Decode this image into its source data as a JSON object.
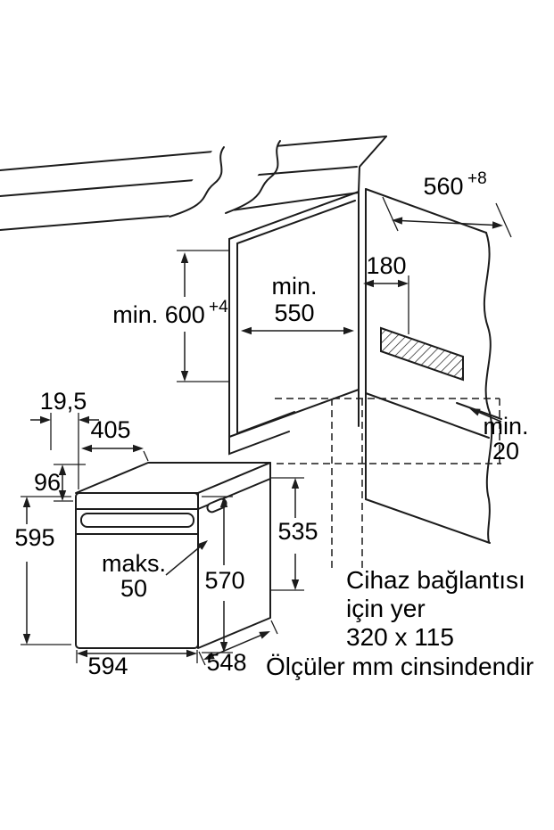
{
  "diagram": {
    "niche": {
      "width": {
        "value": "560",
        "sup": "+8"
      },
      "height": {
        "value": "min. 600",
        "sup": "+4"
      },
      "depth": {
        "line1": "min.",
        "line2": "550"
      },
      "vent_offset": "180",
      "rear_gap": {
        "line1": "min.",
        "line2": "20"
      }
    },
    "oven": {
      "door_gap": "19,5",
      "top_depth": "405",
      "panel_height": "96",
      "height": "595",
      "handle": {
        "line1": "maks.",
        "line2": "50"
      },
      "door_height": "570",
      "rear_height": "535",
      "width": "594",
      "depth": "548"
    },
    "notes": {
      "connection_line1": "Cihaz bağlantısı",
      "connection_line2": "için yer",
      "connection_line3": "320 x 115",
      "units": "Ölçüler mm cinsindendir"
    },
    "colors": {
      "line": "#1c1c1c",
      "background": "#ffffff"
    }
  }
}
